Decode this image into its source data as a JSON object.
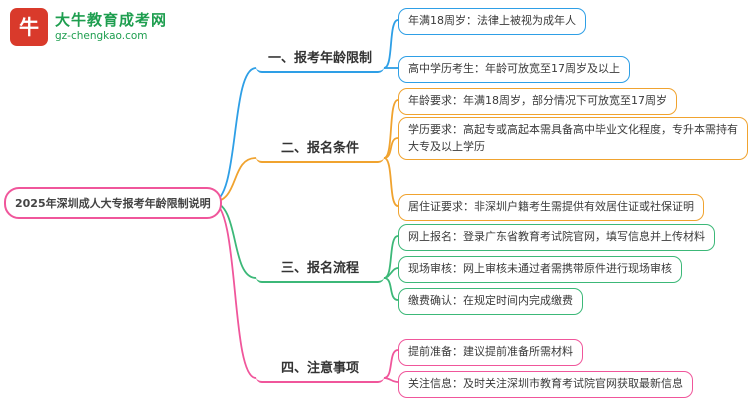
{
  "logo": {
    "badge": "牛",
    "brand": "大牛教育成考网",
    "domain": "gz-chengkao.com"
  },
  "colors": {
    "branch_age_limit": "#2E9FE6",
    "branch_conditions": "#F0A32F",
    "branch_process": "#3CB878",
    "branch_notes": "#F0569B",
    "root_border": "#F0569B",
    "brand_green": "#1E9E4F",
    "brand_red": "#D93A2B"
  },
  "root": {
    "label": "2025年深圳成人大专报考年龄限制说明"
  },
  "branches": [
    {
      "label": "一、报考年龄限制",
      "children": [
        "年满18周岁：法律上被视为成年人",
        "高中学历考生：年龄可放宽至17周岁及以上"
      ]
    },
    {
      "label": "二、报名条件",
      "children": [
        "年龄要求：年满18周岁，部分情况下可放宽至17周岁",
        "学历要求：高起专或高起本需具备高中毕业文化程度，专升本需持有大专及以上学历",
        "居住证要求：非深圳户籍考生需提供有效居住证或社保证明"
      ]
    },
    {
      "label": "三、报名流程",
      "children": [
        "网上报名：登录广东省教育考试院官网，填写信息并上传材料",
        "现场审核：网上审核未通过者需携带原件进行现场审核",
        "缴费确认：在规定时间内完成缴费"
      ]
    },
    {
      "label": "四、注意事项",
      "children": [
        "提前准备：建议提前准备所需材料",
        "关注信息：及时关注深圳市教育考试院官网获取最新信息"
      ]
    }
  ]
}
